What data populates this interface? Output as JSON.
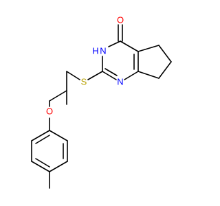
{
  "molecule": {
    "atoms": {
      "oxygen_carbonyl": {
        "symbol": "O",
        "color": "#ff0000"
      },
      "nitrogen_nh": {
        "symbol": "N",
        "color": "#0000ff"
      },
      "hydrogen_nh": {
        "symbol": "H",
        "color": "#0000ff"
      },
      "nitrogen_ring": {
        "symbol": "N",
        "color": "#0000ff"
      },
      "sulfur": {
        "symbol": "S",
        "color": "#b8a000"
      },
      "oxygen_ether": {
        "symbol": "O",
        "color": "#ff0000"
      }
    },
    "bond_color": "#000000",
    "background": "#ffffff"
  }
}
